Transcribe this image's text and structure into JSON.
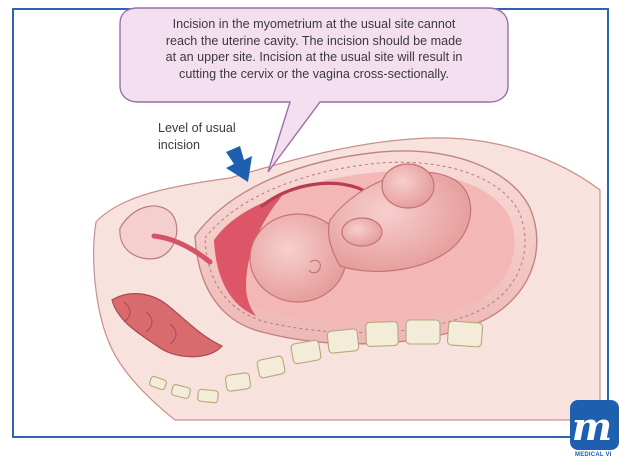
{
  "callout": {
    "lines": [
      "Incision in the myometrium at the usual site cannot",
      "reach the uterine cavity. The incision should be made",
      "at an upper site. Incision at the usual site will result in",
      "cutting the cervix or the vagina cross-sectionally."
    ]
  },
  "level_label": {
    "line1": "Level of usual",
    "line2": "incision"
  },
  "logo": {
    "letter": "m",
    "text": "MEDICAL VI"
  },
  "colors": {
    "frame": "#2f64b4",
    "callout_fill": "#f4dff0",
    "callout_stroke": "#9a6fa8",
    "arrow": "#1f5fb0",
    "uterine_wall": "#f2c6c4",
    "skin": "#f6dad6",
    "fetus": "#eda9a8",
    "cavity": "#d94b5e"
  }
}
